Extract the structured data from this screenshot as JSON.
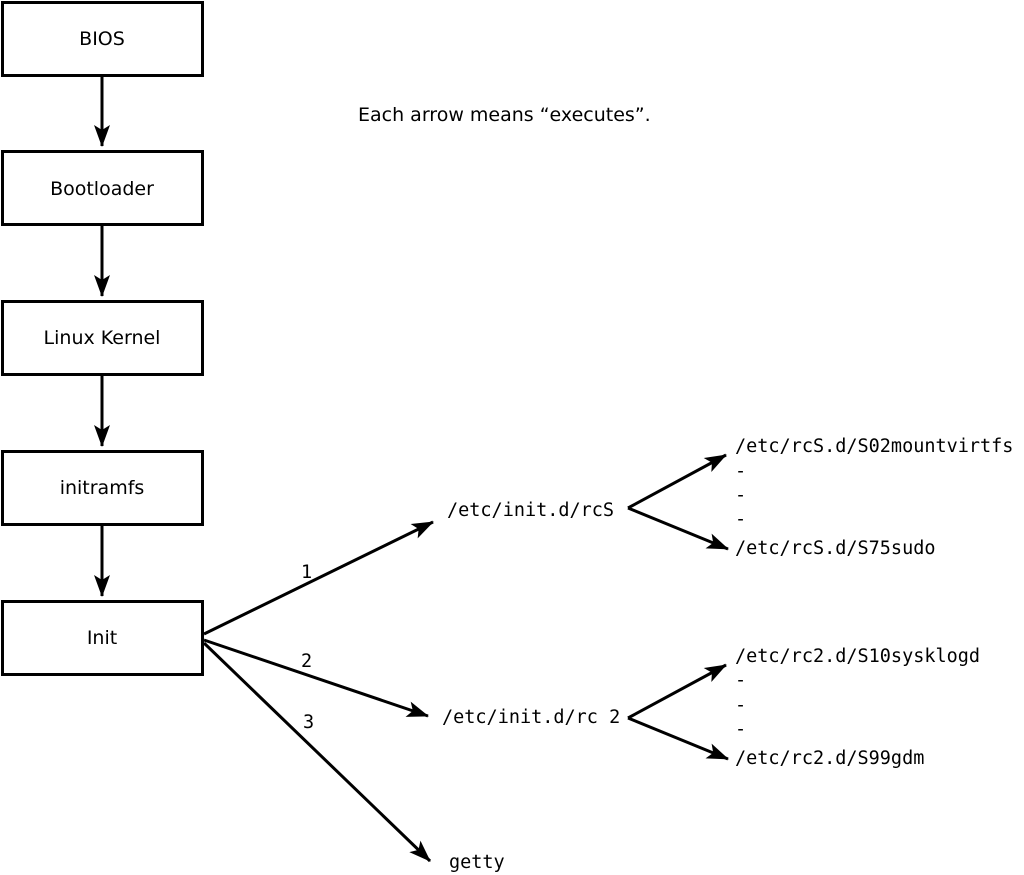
{
  "note": "Each arrow means “executes”.",
  "chain": [
    {
      "label": "BIOS"
    },
    {
      "label": "Bootloader"
    },
    {
      "label": "Linux Kernel"
    },
    {
      "label": "initramfs"
    },
    {
      "label": "Init"
    }
  ],
  "init_targets": [
    {
      "arrow_number": "1",
      "label": "/etc/init.d/rcS",
      "children": [
        "/etc/rcS.d/S02mountvirtfs",
        "-",
        "-",
        "-",
        "/etc/rcS.d/S75sudo"
      ]
    },
    {
      "arrow_number": "2",
      "label": "/etc/init.d/rc 2",
      "children": [
        "/etc/rc2.d/S10sysklogd",
        "-",
        "-",
        "-",
        "/etc/rc2.d/S99gdm"
      ]
    },
    {
      "arrow_number": "3",
      "label": "getty",
      "children": []
    }
  ],
  "colors": {
    "line": "#000000",
    "text": "#000000",
    "background": "#ffffff",
    "box_fill": "#ffffff"
  }
}
